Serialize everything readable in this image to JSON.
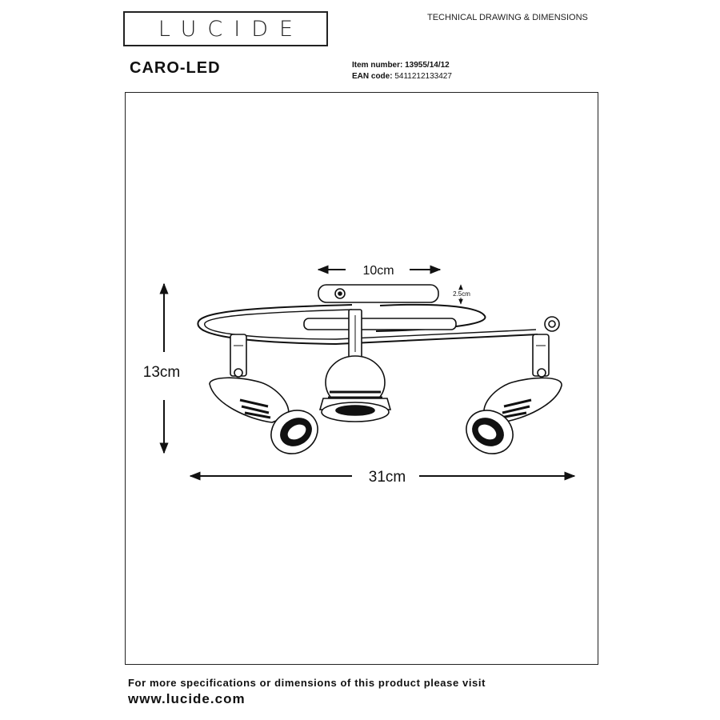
{
  "header": {
    "brand_logo": "LUCIDE",
    "doc_title": "TECHNICAL DRAWING & DIMENSIONS"
  },
  "product": {
    "name": "CARO-LED",
    "item_number_label": "Item number:",
    "item_number": "13955/14/12",
    "ean_label": "EAN code:",
    "ean": "5411212133427"
  },
  "dimensions": {
    "canopy_diameter": "10cm",
    "canopy_height": "2.5cm",
    "height": "13cm",
    "width": "31cm"
  },
  "footer": {
    "text": "For more specifications or dimensions of this product please visit",
    "url": "www.lucide.com"
  }
}
